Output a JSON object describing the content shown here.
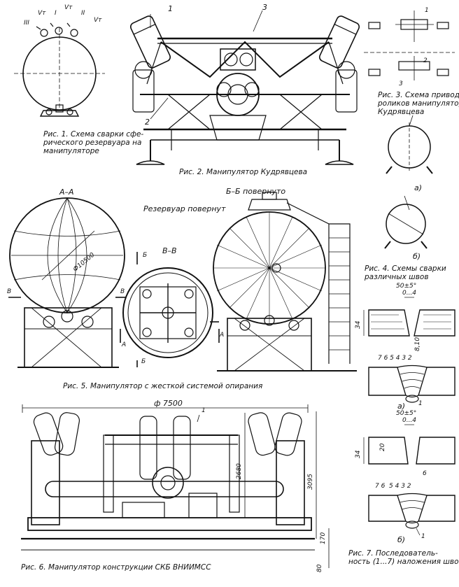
{
  "fig1": {
    "caption": "Рис. 1. Схема сварки сфе-\nрического резервуара на\nманипуляторе",
    "roman": [
      "III",
      "I",
      "II"
    ],
    "vt": [
      "Vт",
      "Vт",
      "Vт"
    ]
  },
  "fig2": {
    "caption": "Рис. 2. Манипулятор Кудрявцева",
    "callouts": [
      "1",
      "2",
      "3"
    ]
  },
  "fig3": {
    "caption": "Рис. 3. Схема привода\nроликов манипулятора\nКудрявцева",
    "callouts": [
      "1",
      "2",
      "3"
    ]
  },
  "fig4": {
    "caption": "Рис. 4. Схемы сварки\nразличных швов",
    "variants": [
      "а)",
      "б)"
    ]
  },
  "fig5": {
    "caption": "Рис. 5. Манипулятор с жесткой системой опирания",
    "section_aa": "А–А",
    "section_bb_rotated": "Б–Б повернуто",
    "section_vv": "В–В",
    "tank_rotated": "Резервуар повернут",
    "diameter": "Ф10500",
    "markers": [
      "В",
      "В",
      "А",
      "А",
      "Б",
      "Б"
    ]
  },
  "fig6": {
    "caption": "Рис. 6. Манипулятор конструкции СКБ ВНИИМСС",
    "overall_width": "ф 7500",
    "height_1": "2680",
    "height_2": "3095",
    "dim_170": "170",
    "dim_80": "80",
    "callout": "1"
  },
  "fig7": {
    "caption": "Рис. 7. Последователь-\nность (1...7) наложения швов",
    "angle_a": "50±5°",
    "gap_a": "0...4",
    "angle_b": "50±5°",
    "gap_b": "0...4",
    "dim_34a": "34",
    "dim_34b": "34",
    "dim_8": "8,10",
    "dim_20": "20",
    "dim_6": "6",
    "seq_a": "7 6 5 4 3 2",
    "seq_b": "7 6  5 4 3 2",
    "variants": [
      "а)",
      "б)"
    ],
    "root_a": "1",
    "root_b": "1"
  }
}
